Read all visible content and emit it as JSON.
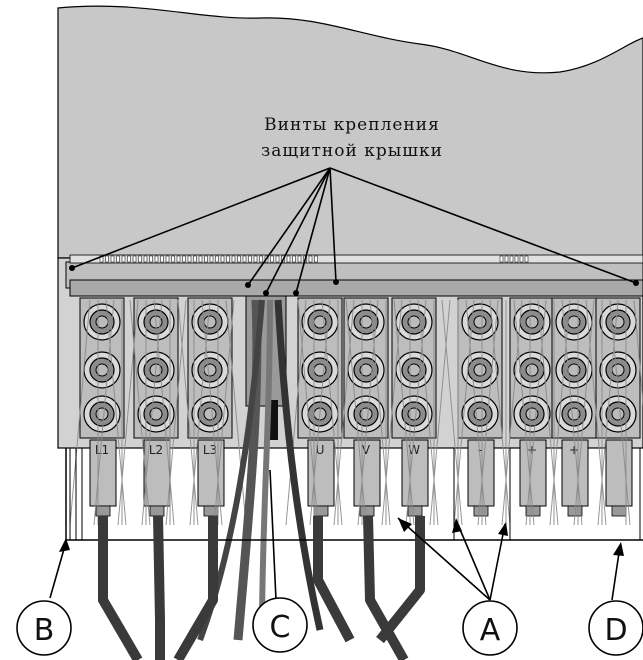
{
  "annotation": {
    "line1": "Винты крепления",
    "line2": "защитной крышки"
  },
  "callouts": [
    "B",
    "C",
    "A",
    "D"
  ],
  "terminals": [
    "L1",
    "L2",
    "L3",
    "U",
    "V",
    "W",
    "-",
    "+",
    "+"
  ],
  "colors": {
    "housing": "#c8c8c8",
    "panel": "#d6d6d6",
    "terminal_block": "#bdbdbd",
    "bolt": "#8c8c8c",
    "cable": "#3a3a3a",
    "outline": "#000000"
  }
}
